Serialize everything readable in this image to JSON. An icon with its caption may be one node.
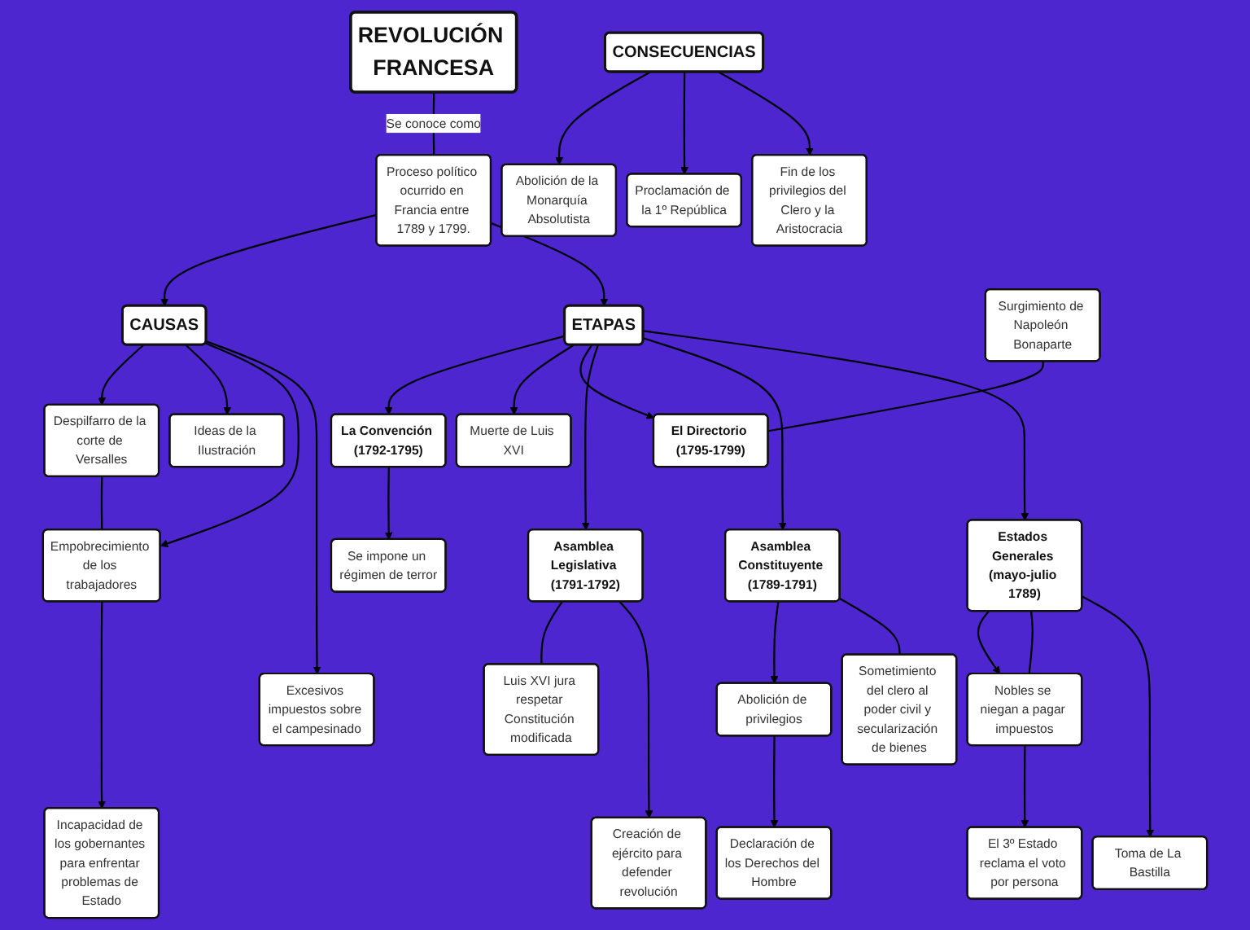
{
  "diagram": {
    "nodes": [
      {
        "text": [
          "REVOLUCIÓN FRANCESA"
        ]
      },
      {
        "text": [
          "Proceso político ocurrido en Francia entre 1789 y 1799."
        ]
      },
      {
        "text": [
          "Despilfarro de la corte de Versalles"
        ]
      },
      {
        "text": [
          "Se impone un régimen de terror"
        ]
      },
      {
        "text": [
          "CAUSAS"
        ]
      },
      {
        "text": [
          "ETAPAS"
        ]
      },
      {
        "text": [
          "La Convención (1792-1795)"
        ]
      },
      {
        "text": [
          "Surgimiento de Napoleón Bonaparte"
        ]
      },
      {
        "text": [
          "Muerte de Luis XVI"
        ]
      },
      {
        "text": [
          "Ideas de la Ilustración"
        ]
      },
      {
        "text": [
          "El Directorio (1795-1799)"
        ]
      },
      {
        "text": [
          "Empobrecimiento de los trabajadores"
        ]
      },
      {
        "text": [
          "Asamblea Legislativa (1791-1792)"
        ]
      },
      {
        "text": [
          "Estados Generales (mayo-julio 1789)"
        ]
      },
      {
        "text": [
          "Asamblea Constituyente (1789-1791)"
        ]
      },
      {
        "text": [
          "Abolición de la Monarquía Absolutista"
        ]
      },
      {
        "text": [
          "Luis XVI jura respetar Constitución modificada"
        ]
      },
      {
        "text": [
          "Nobles se niegan a pagar impuestos"
        ]
      },
      {
        "text": [
          "Abolición de privilegios"
        ]
      },
      {
        "text": [
          "Excesivos impuestos sobre el campesinado"
        ]
      },
      {
        "text": [
          "CONSECUENCIAS"
        ]
      },
      {
        "text": [
          "Sometimiento del clero al poder civil y secularización de bienes"
        ]
      },
      {
        "text": [
          "Creación de ejército para defender revolución"
        ]
      },
      {
        "text": [
          "El 3º Estado reclama el voto por persona"
        ]
      },
      {
        "text": [
          "Proclamación de la 1º República"
        ]
      },
      {
        "text": [
          "Incapacidad de los gobernantes para enfrentar problemas de Estado"
        ]
      },
      {
        "text": [
          "Fin de los privilegios del Clero y la Aristocracia"
        ]
      },
      {
        "text": [
          "Toma de La Bastilla"
        ]
      },
      {
        "text": [
          "Declaración de los Derechos del Hombre"
        ]
      }
    ],
    "edges": [
      {
        "from": 0,
        "to": 1,
        "arrow": "none",
        "label": "Se conoce como"
      },
      {
        "from": 1,
        "to": 4,
        "arrow": "to"
      },
      {
        "from": 1,
        "to": 5,
        "arrow": "to"
      },
      {
        "from": 4,
        "to": 2,
        "arrow": "to"
      },
      {
        "from": 4,
        "to": 9,
        "arrow": "to"
      },
      {
        "from": 4,
        "to": 11,
        "arrow": "to"
      },
      {
        "from": 4,
        "to": 19,
        "arrow": "to"
      },
      {
        "from": 2,
        "to": 11,
        "arrow": "none"
      },
      {
        "from": 11,
        "to": 25,
        "arrow": "to"
      },
      {
        "from": 5,
        "to": 6,
        "arrow": "to"
      },
      {
        "from": 5,
        "to": 8,
        "arrow": "to"
      },
      {
        "from": 5,
        "to": 10,
        "arrow": "to"
      },
      {
        "from": 5,
        "to": 12,
        "arrow": "to"
      },
      {
        "from": 5,
        "to": 14,
        "arrow": "to"
      },
      {
        "from": 5,
        "to": 13,
        "arrow": "to"
      },
      {
        "from": 6,
        "to": 3,
        "arrow": "to"
      },
      {
        "from": 7,
        "to": 10,
        "arrow": "none"
      },
      {
        "from": 13,
        "to": 17,
        "arrow": "to"
      },
      {
        "from": 13,
        "to": 17,
        "arrow": "none"
      },
      {
        "from": 17,
        "to": 23,
        "arrow": "to"
      },
      {
        "from": 13,
        "to": 27,
        "arrow": "to"
      },
      {
        "from": 14,
        "to": 18,
        "arrow": "to"
      },
      {
        "from": 14,
        "to": 21,
        "arrow": "none"
      },
      {
        "from": 18,
        "to": 28,
        "arrow": "to"
      },
      {
        "from": 12,
        "to": 16,
        "arrow": "none"
      },
      {
        "from": 12,
        "to": 22,
        "arrow": "to"
      },
      {
        "from": 20,
        "to": 15,
        "arrow": "to"
      },
      {
        "from": 20,
        "to": 24,
        "arrow": "to"
      },
      {
        "from": 20,
        "to": 26,
        "arrow": "to"
      }
    ]
  }
}
